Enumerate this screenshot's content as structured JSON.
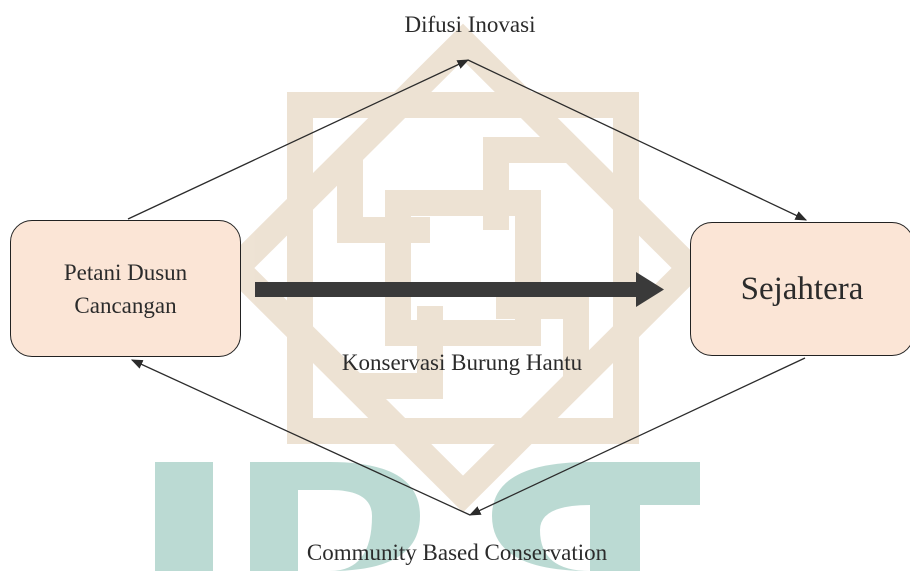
{
  "nodes": {
    "left": {
      "line1": "Petani Dusun",
      "line2": "Cancangan"
    },
    "right": {
      "label": "Sejahtera"
    }
  },
  "labels": {
    "top": "Difusi Inovasi",
    "center": "Konservasi Burung Hantu",
    "bottom": "Community Based Conservation"
  },
  "colors": {
    "node_fill": "#fbe5d6",
    "watermark_gold": "#c9a77a",
    "watermark_teal": "#2f8f78",
    "arrow": "#2b2b2b"
  }
}
